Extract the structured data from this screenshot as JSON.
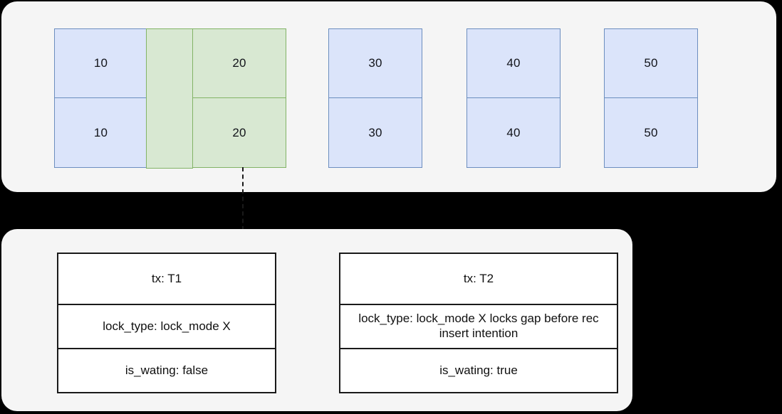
{
  "colors": {
    "page_background": "#000000",
    "panel_background": "#f5f5f5",
    "record_fill": "#dbe4fa",
    "record_border": "#6c8ebf",
    "gap_fill": "#d8e8d2",
    "gap_border": "#82b366",
    "lock_box_border": "#1a1a1a",
    "lock_box_fill": "#ffffff",
    "connector": "#1a1a1a"
  },
  "index_panel": {
    "columns": [
      {
        "id": "record-10",
        "kind": "record",
        "color": "blue",
        "upper_value": "10",
        "lower_value": "10"
      },
      {
        "id": "gap-locked",
        "kind": "gap",
        "color": "green",
        "upper_value": "",
        "lower_value": ""
      },
      {
        "id": "record-20",
        "kind": "record",
        "color": "green",
        "upper_value": "20",
        "lower_value": "20"
      },
      {
        "id": "record-30",
        "kind": "record",
        "color": "blue",
        "upper_value": "30",
        "lower_value": "30"
      },
      {
        "id": "record-40",
        "kind": "record",
        "color": "blue",
        "upper_value": "40",
        "lower_value": "40"
      },
      {
        "id": "record-50",
        "kind": "record",
        "color": "blue",
        "upper_value": "50",
        "lower_value": "50"
      }
    ]
  },
  "connector": {
    "style": "dashed",
    "from": "record-20",
    "to": "locks-panel"
  },
  "locks_panel": {
    "boxes": [
      {
        "id": "lock-box-t1",
        "tx": "tx: T1",
        "lock_type": "lock_type: lock_mode X",
        "is_waiting": "is_wating: false"
      },
      {
        "id": "lock-box-t2",
        "tx": "tx: T2",
        "lock_type": "lock_type: lock_mode X locks gap before rec insert intention",
        "is_waiting": "is_wating: true"
      }
    ]
  }
}
